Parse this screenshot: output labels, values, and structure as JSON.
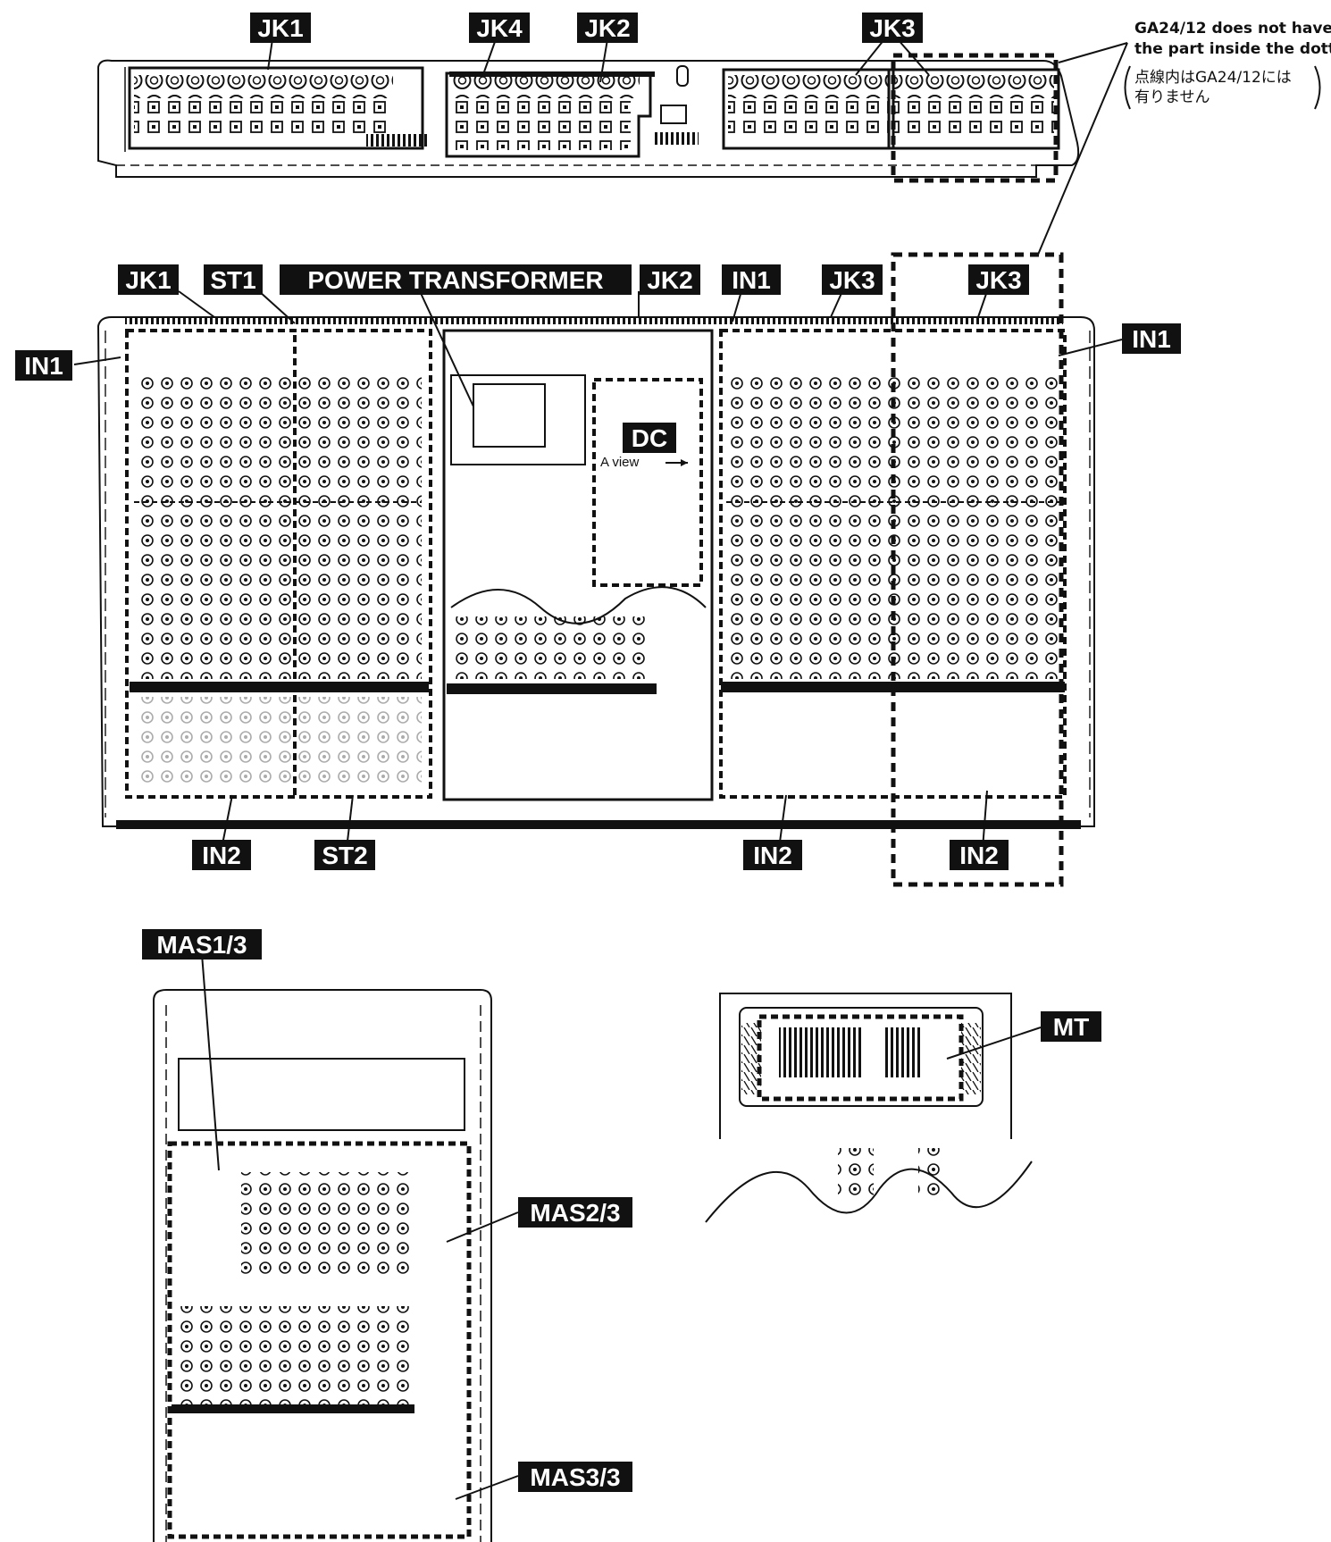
{
  "note": {
    "line1": "GA24/12 does not have",
    "line2": "the part inside the dotted.",
    "jp1": "点線内はGA24/12には",
    "jp2": "有りません"
  },
  "labels": {
    "top_jk1": "JK1",
    "top_jk4": "JK4",
    "top_jk2": "JK2",
    "top_jk3": "JK3",
    "mid_jk1": "JK1",
    "mid_st1": "ST1",
    "mid_power": "POWER TRANSFORMER",
    "mid_jk2": "JK2",
    "mid_in1": "IN1",
    "mid_jk3a": "JK3",
    "mid_jk3b": "JK3",
    "left_in1": "IN1",
    "right_in1": "IN1",
    "dc": "DC",
    "a_view": "A  view",
    "bot_in2a": "IN2",
    "bot_st2": "ST2",
    "bot_in2b": "IN2",
    "bot_in2c": "IN2",
    "mas1": "MAS1/3",
    "mas2": "MAS2/3",
    "mas3": "MAS3/3",
    "mt": "MT"
  },
  "colors": {
    "ink": "#111111",
    "label_bg": "#111111",
    "label_fg": "#ffffff",
    "paper": "#ffffff"
  }
}
